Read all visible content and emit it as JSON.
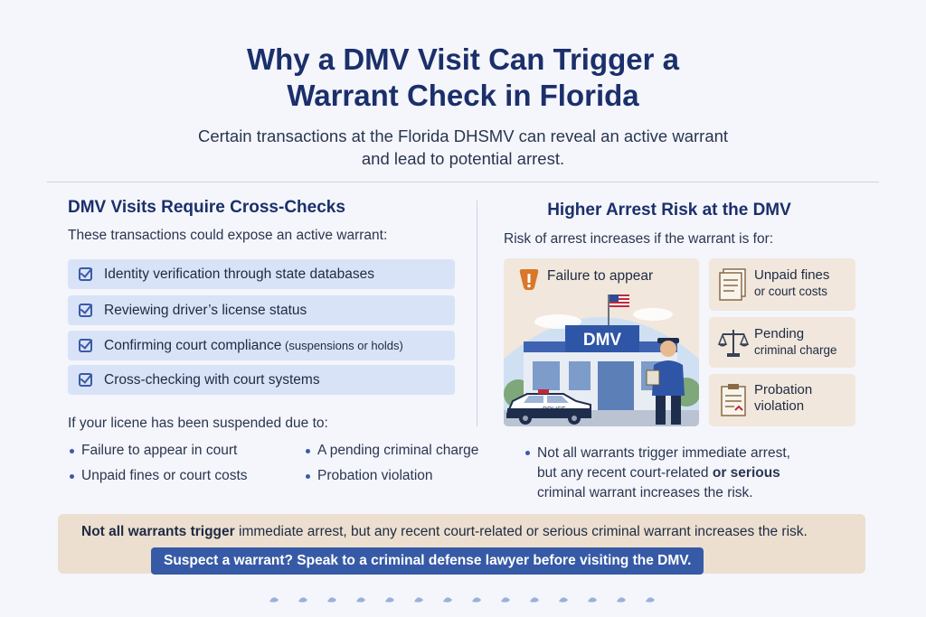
{
  "header": {
    "title_line1": "Why a DMV Visit Can Trigger a",
    "title_line2": "Warrant Check in Florida",
    "subtitle_line1": "Certain transactions at the Florida DHSMV can reveal an active warrant",
    "subtitle_line2": "and lead to potential arrest."
  },
  "left": {
    "heading": "DMV Visits Require Cross-Checks",
    "intro": "These transactions could expose an active warrant:",
    "items": [
      {
        "text": "Identity verification through state databases",
        "small": ""
      },
      {
        "text": "Reviewing driver’s license status",
        "small": ""
      },
      {
        "text": "Confirming court compliance",
        "small": " (suspensions or holds)"
      },
      {
        "text": "Cross-checking with court systems",
        "small": ""
      }
    ]
  },
  "right": {
    "heading": "Higher Arrest Risk at the DMV",
    "intro": "Risk of arrest increases if the warrant is for:",
    "scene_label": "Failure to appear",
    "building_sign": "DMV",
    "car_label": "POLICE",
    "cards": [
      {
        "line1": "Unpaid fines",
        "line2": "or court costs",
        "icon": "document-icon"
      },
      {
        "line1": "Pending",
        "line2": "criminal charge",
        "icon": "scales-icon"
      },
      {
        "line1": "Probation",
        "line2": "violation",
        "icon": "clipboard-icon"
      }
    ]
  },
  "suspension": {
    "intro": "If your licene has been suspended due to:",
    "col1": [
      "Failure to appear in court",
      "Unpaid fines or court costs"
    ],
    "col2": [
      "A pending criminal charge",
      "Probation violation"
    ],
    "note_line1": "Not all warrants trigger immediate arrest,",
    "note_line2_pre": "but any recent court-related ",
    "note_line2_bold1": "or",
    "note_line2_mid": " ",
    "note_line2_bold2": "serious",
    "note_line3": "criminal warrant increases the risk."
  },
  "banner": {
    "text_bold": "Not all warrants trigger",
    "text_rest": " immediate arrest, but any recent court-related or serious criminal warrant increases the risk.",
    "cta": "Suspect a warrant? Speak to a criminal defense lawyer before visiting the DMV."
  },
  "colors": {
    "title": "#1b2f6b",
    "accent": "#365aa6",
    "check_bg": "#d9e3f7",
    "card_bg": "#f1e7dc",
    "warning": "#d9772b"
  }
}
